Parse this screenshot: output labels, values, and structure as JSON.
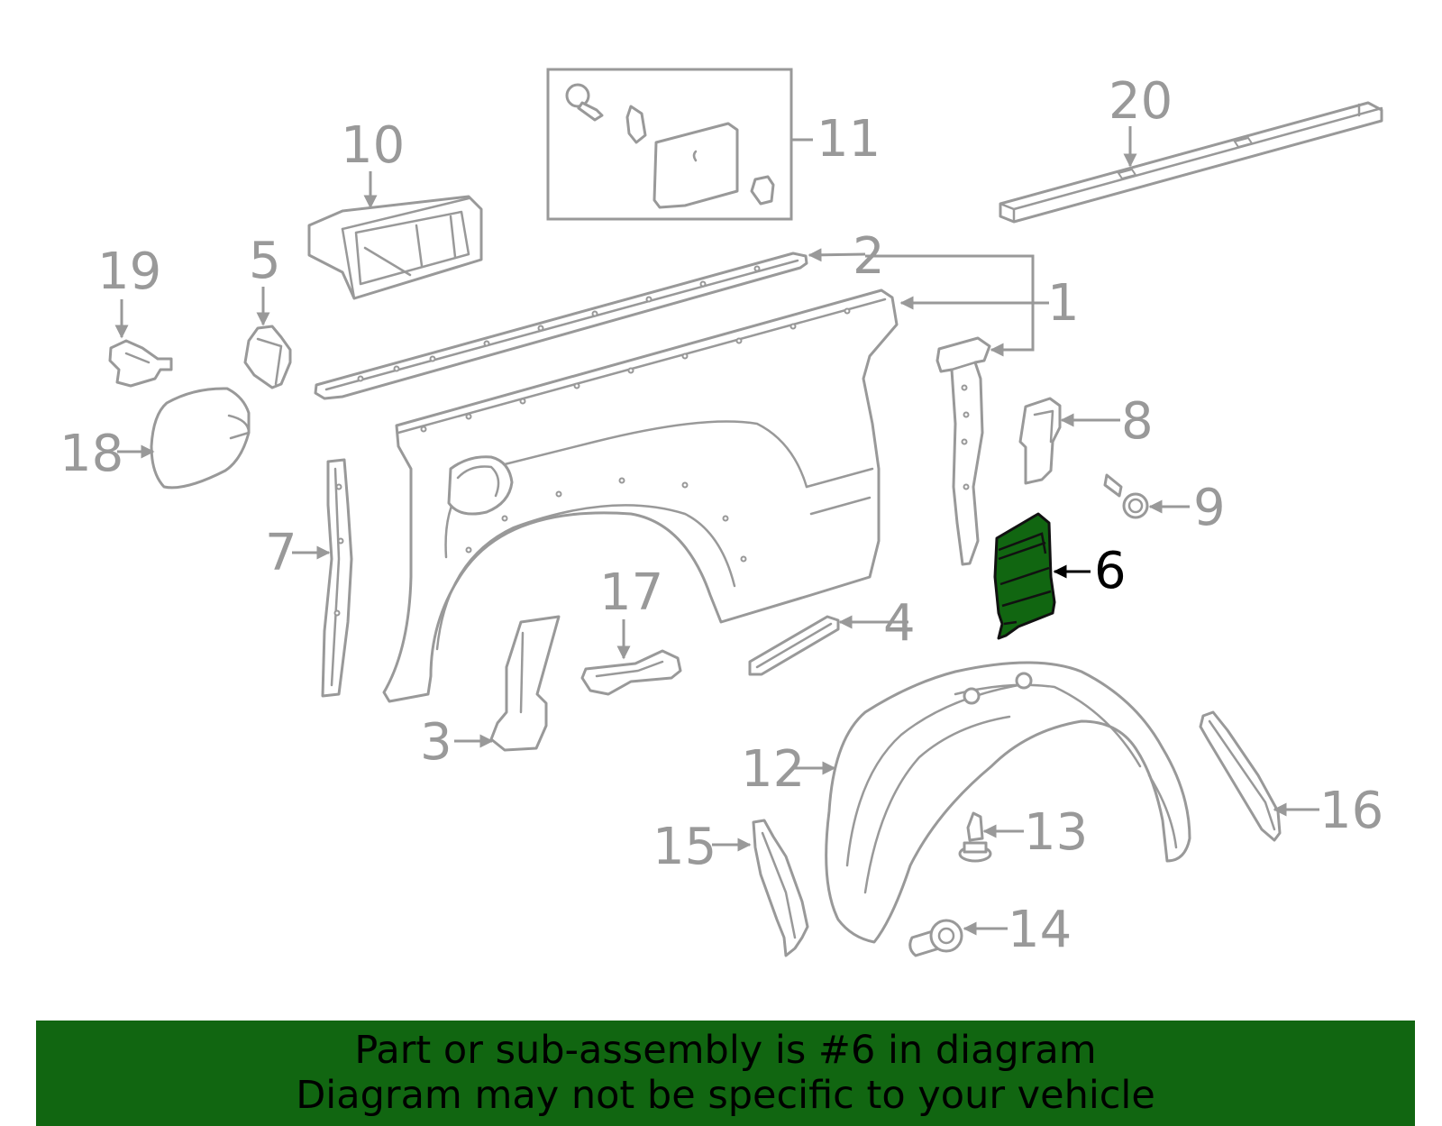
{
  "callouts": {
    "c1": "1",
    "c2": "2",
    "c3": "3",
    "c4": "4",
    "c5": "5",
    "c6": "6",
    "c7": "7",
    "c8": "8",
    "c9": "9",
    "c10": "10",
    "c11": "11",
    "c12": "12",
    "c13": "13",
    "c14": "14",
    "c15": "15",
    "c16": "16",
    "c17": "17",
    "c18": "18",
    "c19": "19",
    "c20": "20"
  },
  "highlighted_part": "6",
  "colors": {
    "highlight": "#116611",
    "line": "#999999",
    "banner": "#116611"
  },
  "banner": {
    "line1": "Part or sub-assembly is #6 in diagram",
    "line2": "Diagram may not be specific to your vehicle"
  }
}
